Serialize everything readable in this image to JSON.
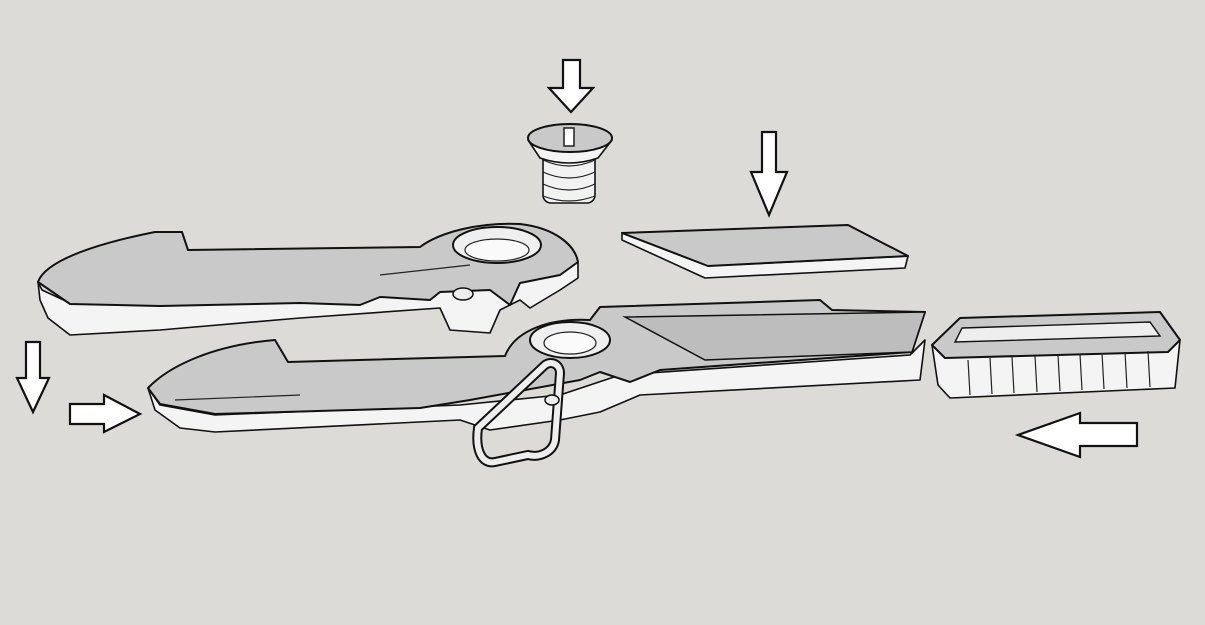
{
  "scene": {
    "background": "#dcdbd7",
    "top_face_color": "#c9c9c9",
    "side_face_color": "#f4f4f4",
    "parts": [
      "upper-handle",
      "lower-handle",
      "screw",
      "blade",
      "end-cap",
      "lanyard-loop"
    ],
    "arrows": [
      "down",
      "down",
      "down",
      "right",
      "left"
    ]
  }
}
